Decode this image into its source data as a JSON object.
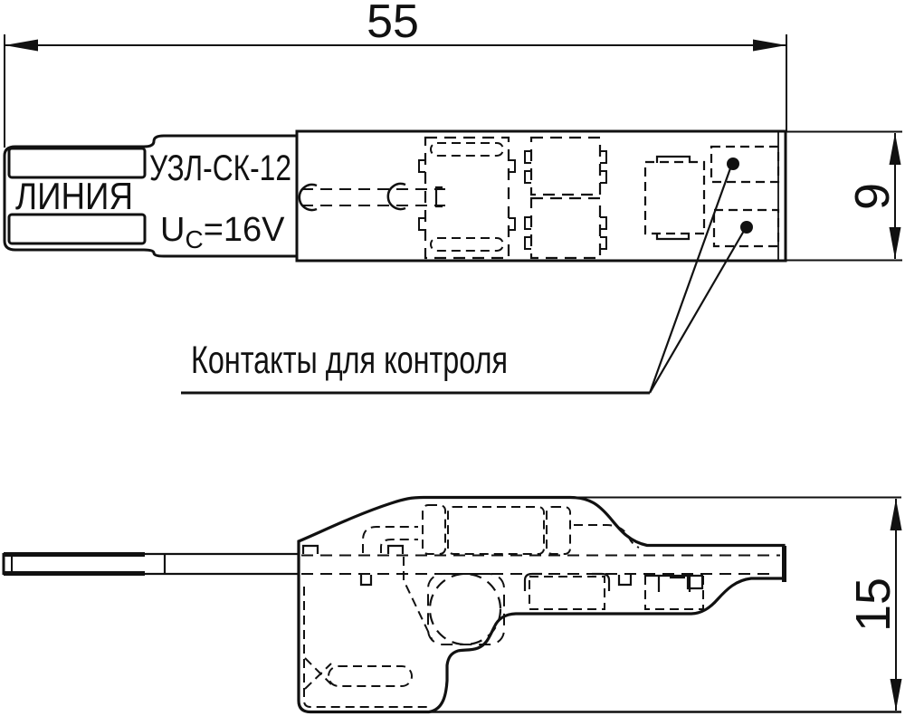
{
  "meta": {
    "title": "УЗЛ-СК-12 dimensional drawing"
  },
  "colors": {
    "ink": "#111111",
    "paper": "#ffffff"
  },
  "top_view": {
    "dim_length": {
      "value": "55"
    },
    "dim_height": {
      "value": "9"
    },
    "labels": {
      "line": "ЛИНИЯ",
      "model": "УЗЛ-СК-12",
      "voltage_u": "U",
      "voltage_sub": "C",
      "voltage_rest": "=16V"
    },
    "callout": {
      "text": "Контакты для контроля"
    }
  },
  "side_view": {
    "dim_height": {
      "value": "15"
    }
  }
}
